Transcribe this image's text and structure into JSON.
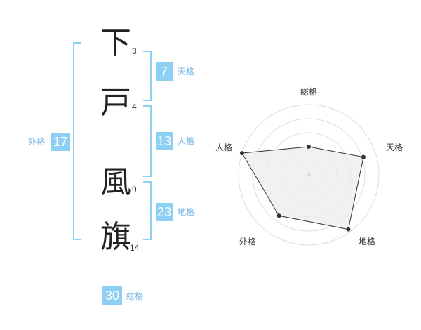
{
  "name": {
    "chars": [
      {
        "char": "下",
        "strokes": "3"
      },
      {
        "char": "戸",
        "strokes": "4"
      },
      {
        "char": "風",
        "strokes": "9"
      },
      {
        "char": "旗",
        "strokes": "14"
      }
    ]
  },
  "fortune": {
    "ten": {
      "value": "7",
      "label": "天格"
    },
    "jin": {
      "value": "13",
      "label": "人格"
    },
    "chi": {
      "value": "23",
      "label": "地格"
    },
    "gai": {
      "value": "17",
      "label": "外格"
    },
    "sou": {
      "value": "30",
      "label": "総格"
    }
  },
  "radar": {
    "axes": [
      "総格",
      "天格",
      "地格",
      "外格",
      "人格"
    ],
    "values": [
      0.4,
      0.82,
      0.96,
      0.72,
      1.0
    ],
    "rings": 5,
    "colors": {
      "fill": "#eeeeee",
      "stroke": "#333333",
      "ring": "#dddddd",
      "point": "#333333"
    }
  }
}
